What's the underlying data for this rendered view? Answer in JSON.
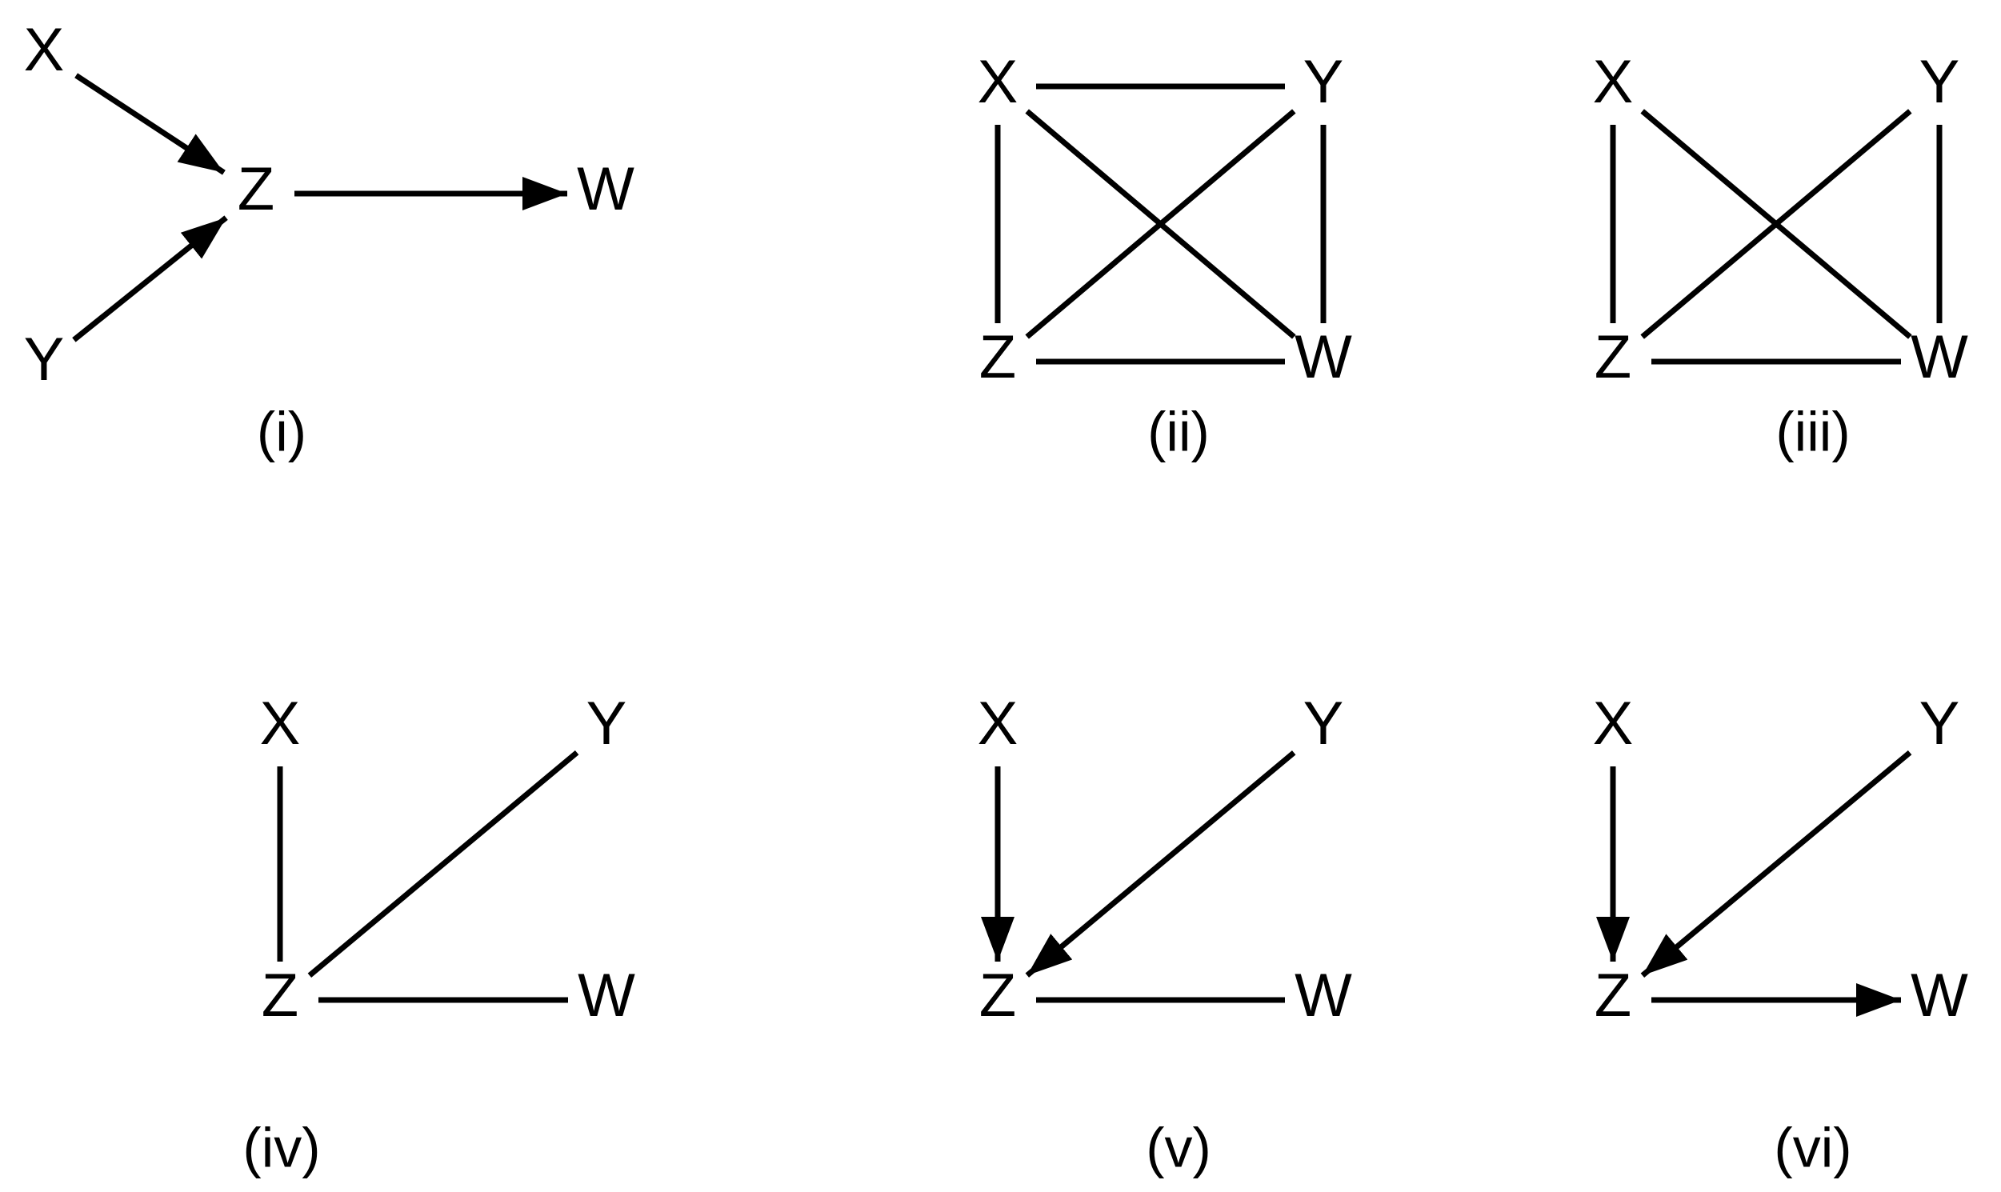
{
  "diagram": {
    "line_color": "#000000",
    "background": "#ffffff",
    "panels": [
      {
        "id": "i",
        "caption": "(i)",
        "nodes": {
          "X": "X",
          "Y": "Y",
          "Z": "Z",
          "W": "W"
        },
        "edges": [
          {
            "from": "X",
            "to": "Z",
            "type": "directed"
          },
          {
            "from": "Y",
            "to": "Z",
            "type": "directed"
          },
          {
            "from": "Z",
            "to": "W",
            "type": "directed"
          }
        ]
      },
      {
        "id": "ii",
        "caption": "(ii)",
        "nodes": {
          "X": "X",
          "Y": "Y",
          "Z": "Z",
          "W": "W"
        },
        "edges": [
          {
            "from": "X",
            "to": "Y",
            "type": "undirected"
          },
          {
            "from": "X",
            "to": "Z",
            "type": "undirected"
          },
          {
            "from": "X",
            "to": "W",
            "type": "undirected"
          },
          {
            "from": "Y",
            "to": "Z",
            "type": "undirected"
          },
          {
            "from": "Y",
            "to": "W",
            "type": "undirected"
          },
          {
            "from": "Z",
            "to": "W",
            "type": "undirected"
          }
        ]
      },
      {
        "id": "iii",
        "caption": "(iii)",
        "nodes": {
          "X": "X",
          "Y": "Y",
          "Z": "Z",
          "W": "W"
        },
        "edges": [
          {
            "from": "X",
            "to": "Z",
            "type": "undirected"
          },
          {
            "from": "X",
            "to": "W",
            "type": "undirected"
          },
          {
            "from": "Y",
            "to": "Z",
            "type": "undirected"
          },
          {
            "from": "Y",
            "to": "W",
            "type": "undirected"
          },
          {
            "from": "Z",
            "to": "W",
            "type": "undirected"
          }
        ]
      },
      {
        "id": "iv",
        "caption": "(iv)",
        "nodes": {
          "X": "X",
          "Y": "Y",
          "Z": "Z",
          "W": "W"
        },
        "edges": [
          {
            "from": "X",
            "to": "Z",
            "type": "undirected"
          },
          {
            "from": "Y",
            "to": "Z",
            "type": "undirected"
          },
          {
            "from": "Z",
            "to": "W",
            "type": "undirected"
          }
        ]
      },
      {
        "id": "v",
        "caption": "(v)",
        "nodes": {
          "X": "X",
          "Y": "Y",
          "Z": "Z",
          "W": "W"
        },
        "edges": [
          {
            "from": "X",
            "to": "Z",
            "type": "directed"
          },
          {
            "from": "Y",
            "to": "Z",
            "type": "directed"
          },
          {
            "from": "Z",
            "to": "W",
            "type": "undirected"
          }
        ]
      },
      {
        "id": "vi",
        "caption": "(vi)",
        "nodes": {
          "X": "X",
          "Y": "Y",
          "Z": "Z",
          "W": "W"
        },
        "edges": [
          {
            "from": "X",
            "to": "Z",
            "type": "directed"
          },
          {
            "from": "Y",
            "to": "Z",
            "type": "directed"
          },
          {
            "from": "Z",
            "to": "W",
            "type": "directed"
          }
        ]
      }
    ]
  }
}
